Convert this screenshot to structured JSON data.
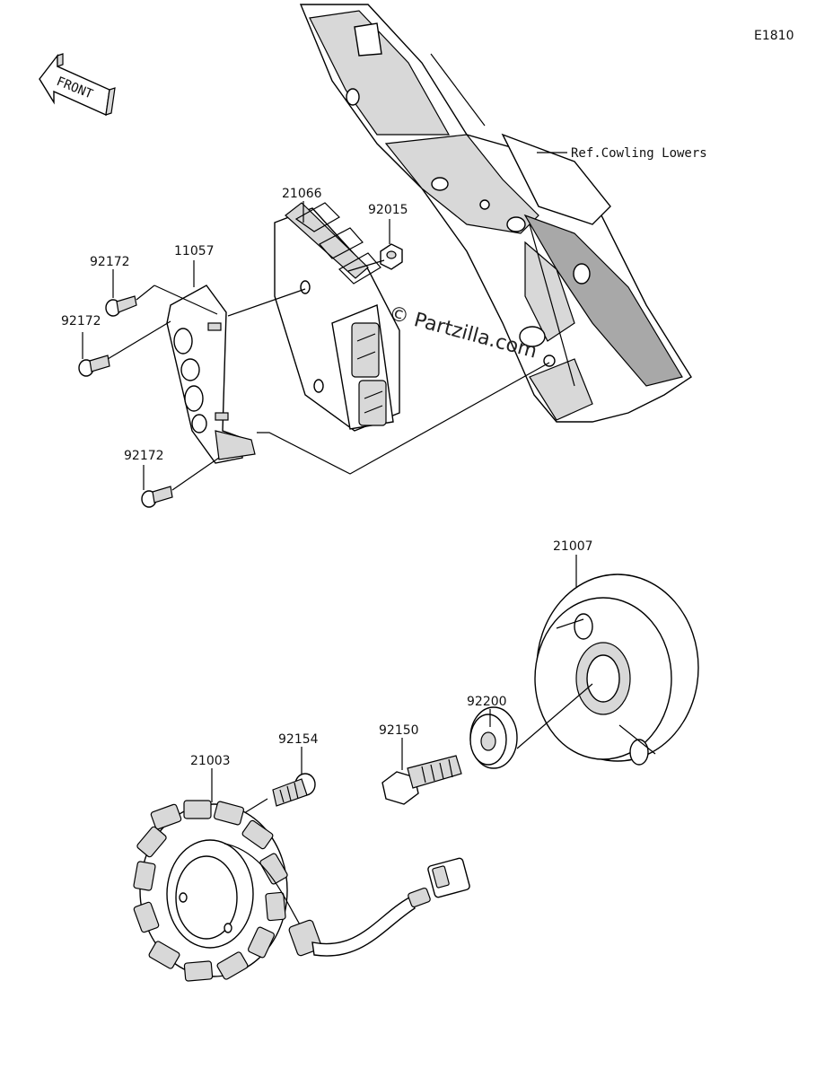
{
  "diagram_code": "E1810",
  "front_label": "FRONT",
  "reference_note": "Ref.Cowling Lowers",
  "watermark": "© Partzilla.com",
  "parts": {
    "p21066": "21066",
    "p92015": "92015",
    "p11057": "11057",
    "p92172_a": "92172",
    "p92172_b": "92172",
    "p92172_c": "92172",
    "p21007": "21007",
    "p92200": "92200",
    "p92150": "92150",
    "p92154": "92154",
    "p21003": "21003"
  }
}
